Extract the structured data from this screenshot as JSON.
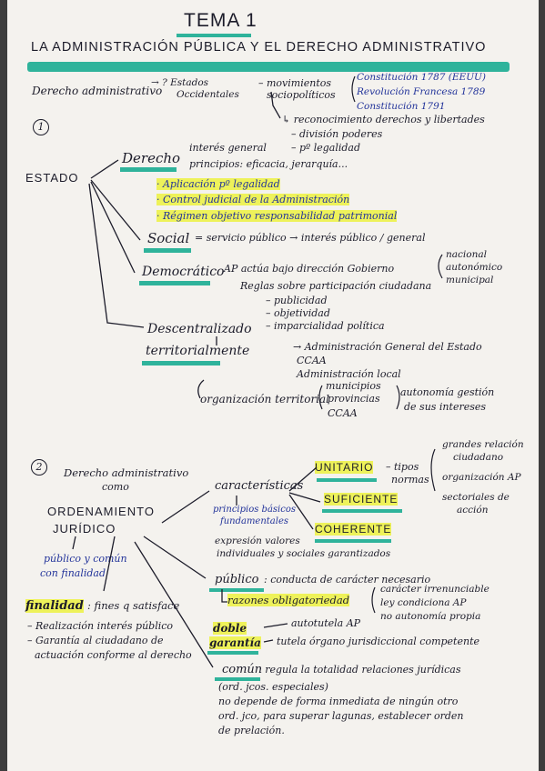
{
  "title": "TEMA 1",
  "subtitle": "LA ADMINISTRACIÓN PÚBLICA Y EL DERECHO ADMINISTRATIVO",
  "s1": {
    "intro_left": "Derecho administrativo",
    "intro_arrow": "→ ? Estados",
    "intro_arrow2": "Occidentales",
    "intro_mov1": "– movimientos",
    "intro_mov2": "sociopolíticos",
    "constitutions": [
      "Constitución 1787 (EEUU)",
      "Revolución Francesa 1789",
      "Constitución 1791"
    ],
    "recognitions": [
      "↳ reconocimiento derechos y libertades",
      "– división poderes",
      "– pº legalidad"
    ],
    "number": "1",
    "estado": "ESTADO",
    "derecho": "Derecho",
    "derecho_note1": "interés general",
    "derecho_note2": "principios: eficacia, jerarquía...",
    "derecho_items": [
      "· Aplicación pº legalidad",
      "· Control judicial de la Administración",
      "· Régimen objetivo responsabilidad patrimonial"
    ],
    "social": "Social",
    "social_note": "= servicio público → interés público / general",
    "democratico": "Democrático",
    "dem_note1": "AP actúa bajo dirección Gobierno",
    "dem_note2": "Reglas sobre participación ciudadana",
    "dem_levels": [
      "nacional",
      "autonómico",
      "municipal"
    ],
    "dem_items": [
      "– publicidad",
      "– objetividad",
      "– imparcialidad política"
    ],
    "descentralizado1": "Descentralizado",
    "descentralizado2": "territorialmente",
    "desc_items": [
      "→ Administración General del Estado",
      "CCAA",
      "Administración local"
    ],
    "org": "organización territorial",
    "org_items": [
      "municipios",
      "provincias",
      "CCAA"
    ],
    "org_note1": "autonomía gestión",
    "org_note2": "de sus intereses"
  },
  "s2": {
    "number": "2",
    "left1": "Derecho administrativo",
    "left2": "como",
    "ord1": "ORDENAMIENTO",
    "ord2": "JURÍDICO",
    "pub1": "público y común",
    "pub2": "con finalidad",
    "finalidad": "finalidad",
    "fin_note": ": fines q satisface",
    "fin_items": [
      "– Realización interés público",
      "– Garantía al ciudadano de",
      "actuación conforme al derecho"
    ],
    "caract": "características",
    "caract_sub": [
      "principios básicos",
      "fundamentales",
      "expresión valores",
      "individuales y sociales garantizados"
    ],
    "unitario": "UNITARIO",
    "tipos": "– tipos",
    "normas": "normas",
    "suficiente": "SUFICIENTE",
    "coherente": "COHERENTE",
    "right_notes": [
      "grandes relación",
      "ciudadano",
      "organización AP",
      "sectoriales de",
      "acción"
    ],
    "publico": "público",
    "publico_note": ": conducta de carácter necesario",
    "razones": "razones obligatoriedad",
    "razones_items": [
      "carácter irrenunciable",
      "ley condiciona AP",
      "no autonomía propia"
    ],
    "doble1": "doble",
    "doble2": "garantía",
    "doble_items": [
      "autotutela AP",
      "tutela órgano jurisdiccional competente"
    ],
    "comun": "común",
    "comun_lines": [
      ": regula la totalidad relaciones jurídicas",
      "(ord. jcos. especiales)",
      "no depende de forma inmediata de ningún otro",
      "ord. jco, para superar lagunas, establecer orden",
      "de prelación."
    ]
  }
}
